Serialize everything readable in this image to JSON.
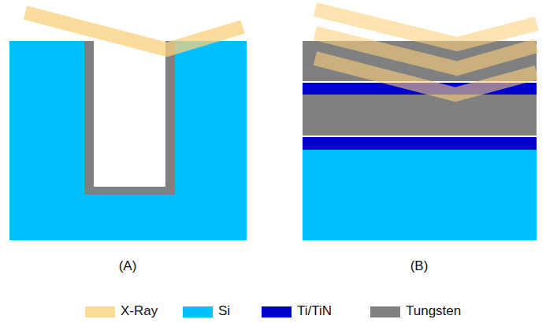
{
  "diagram": {
    "labels": [
      "(A)",
      "(B)"
    ],
    "legend": [
      {
        "text": "X-Ray",
        "color": "#fbd98b"
      },
      {
        "text": "Si",
        "color": "#00bfff"
      },
      {
        "text": "Ti/TiN",
        "color": "#0000cd"
      },
      {
        "text": "Tungsten",
        "color": "#808080"
      }
    ]
  }
}
